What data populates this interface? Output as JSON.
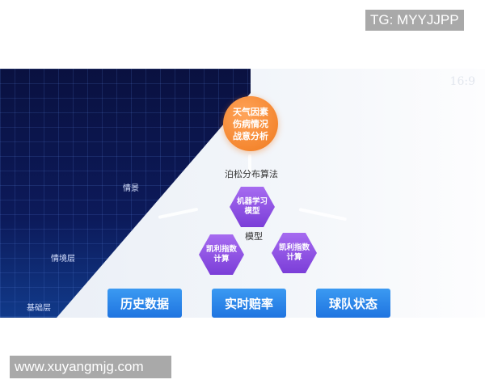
{
  "watermark_top": "TG: MYYJJPP",
  "watermark_bottom": "www.xuyangmjg.com",
  "slide": {
    "ratio": "16:9",
    "layers": [
      "情景",
      "情境层",
      "基础层"
    ],
    "top_circle": "天气因素\n伤病情况\n战意分析",
    "algorithm_label": "泊松分布算法",
    "model_label": "模型",
    "hex_ml": "机器学习\n模型",
    "hex_kelly_left": "凯利指数\n计算",
    "hex_kelly_right": "凯利指数\n计算",
    "buttons": [
      "历史数据",
      "实时赔率",
      "球队状态"
    ],
    "colors": {
      "dark": "#0a1140",
      "orange": "#f07a1e",
      "purple": "#8a4be0",
      "blue": "#2a86ea"
    }
  }
}
